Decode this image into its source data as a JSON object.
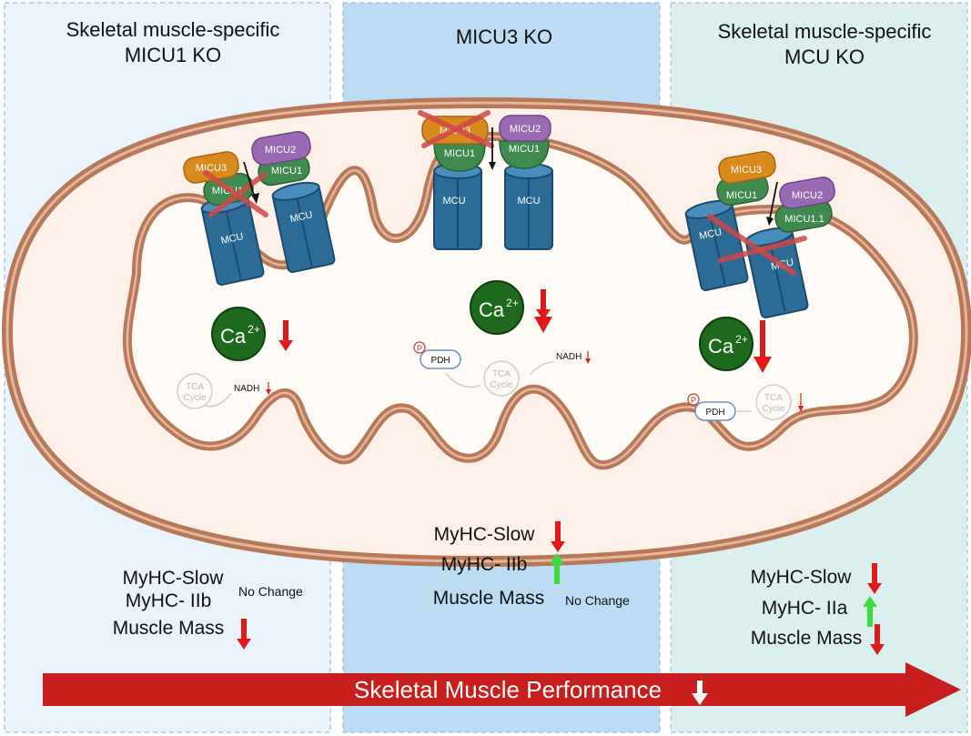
{
  "panels": [
    {
      "title_line1": "Skeletal muscle-specific",
      "title_line2": "MICU1 KO",
      "ca_label": "Ca",
      "ca_sup": "2+",
      "tca_line1": "TCA",
      "tca_line2": "Cycle",
      "nadh": "NADH",
      "proteins": {
        "micu3": "MICU3",
        "micu1": "MICU1",
        "micu2": "MICU2",
        "mcu": "MCU"
      },
      "outcomes": [
        {
          "label": "MyHC-Slow",
          "change": ""
        },
        {
          "label": "MyHC- IIb",
          "change": ""
        },
        {
          "label": "Muscle Mass",
          "change": "down"
        }
      ],
      "note": "No Change"
    },
    {
      "title_line1": "MICU3 KO",
      "ca_label": "Ca",
      "ca_sup": "2+",
      "pdh": "PDH",
      "phospho": "P",
      "tca_line1": "TCA",
      "tca_line2": "Cycle",
      "nadh": "NADH",
      "proteins": {
        "micu3": "MICU3",
        "micu1": "MICU1",
        "micu2": "MICU2",
        "mcu": "MCU"
      },
      "outcomes": [
        {
          "label": "MyHC-Slow",
          "change": "down"
        },
        {
          "label": "MyHC- IIb",
          "change": "up"
        },
        {
          "label": "Muscle Mass",
          "change": ""
        }
      ],
      "note": "No Change"
    },
    {
      "title_line1": "Skeletal muscle-specific",
      "title_line2": "MCU KO",
      "ca_label": "Ca",
      "ca_sup": "2+",
      "pdh": "PDH",
      "phospho": "P",
      "tca_line1": "TCA",
      "tca_line2": "Cycle",
      "proteins": {
        "micu3": "MICU3",
        "micu1": "MICU1",
        "micu2": "MICU2",
        "micu11": "MICU1.1",
        "mcu": "MCU"
      },
      "outcomes": [
        {
          "label": "MyHC-Slow",
          "change": "down"
        },
        {
          "label": "MyHC- IIa",
          "change": "up"
        },
        {
          "label": "Muscle Mass",
          "change": "down"
        }
      ]
    }
  ],
  "footer": {
    "label": "Skeletal Muscle Performance",
    "change": "down"
  },
  "colors": {
    "panel_left": "#eaf3fb",
    "panel_middle": "#bcdcf3",
    "panel_right": "#dcefef",
    "membrane": "#b87858",
    "matrix": "#fdf0e8",
    "mcu": "#2e6c98",
    "micu1": "#3f8a4e",
    "micu2": "#9a6ab5",
    "micu3": "#d98a1c",
    "calcium": "#1d6a1d",
    "arrow_red": "#e01a1a",
    "arrow_green": "#3ddc3d",
    "banner": "#c81e1e"
  }
}
